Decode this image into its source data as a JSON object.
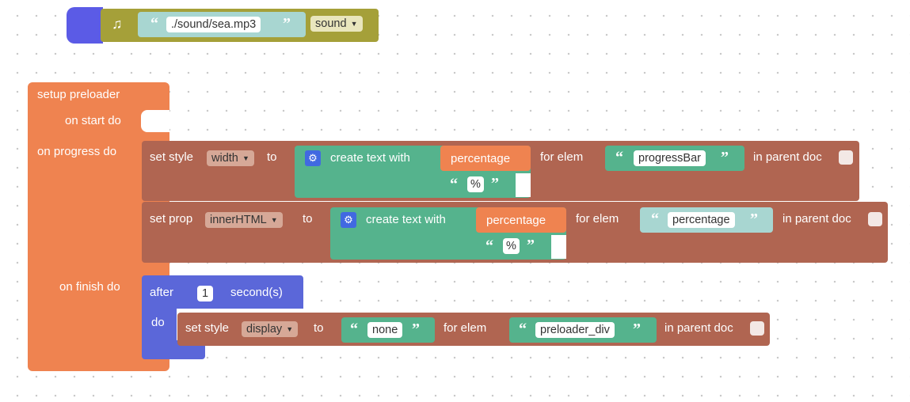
{
  "sound_block": {
    "icon": "music-note-icon",
    "file": "./sound/sea.mp3",
    "type": "sound"
  },
  "preloader": {
    "title": "setup preloader",
    "on_start": "on start do",
    "on_progress": "on progress do",
    "on_finish": "on finish do"
  },
  "style_width": {
    "label": "set style",
    "property": "width",
    "to": "to",
    "create_text": "create text with",
    "item1": "percentage",
    "item2": "%",
    "for_elem": "for elem",
    "elem": "progressBar",
    "in_parent": "in parent doc"
  },
  "prop_inner": {
    "label": "set prop",
    "property": "innerHTML",
    "to": "to",
    "create_text": "create text with",
    "item1": "percentage",
    "item2": "%",
    "for_elem": "for elem",
    "elem": "percentage",
    "in_parent": "in parent doc"
  },
  "after_block": {
    "after": "after",
    "seconds_value": "1",
    "seconds_label": "second(s)",
    "do": "do"
  },
  "style_display": {
    "label": "set style",
    "property": "display",
    "to": "to",
    "value": "none",
    "for_elem": "for elem",
    "elem": "preloader_div",
    "in_parent": "in parent doc"
  },
  "glyphs": {
    "open_quote": "“",
    "close_quote": "”",
    "caret": "▼",
    "gear": "⚙",
    "note": "♫"
  },
  "colors": {
    "sound": "#a5a039",
    "sound_text_block": "#a8d6d1",
    "preloader": "#ef8350",
    "style_block": "#b06551",
    "create_text": "#55b38d",
    "variable": "#ef8350",
    "after_block": "#5b67d9",
    "hat": "#5b5be6"
  }
}
